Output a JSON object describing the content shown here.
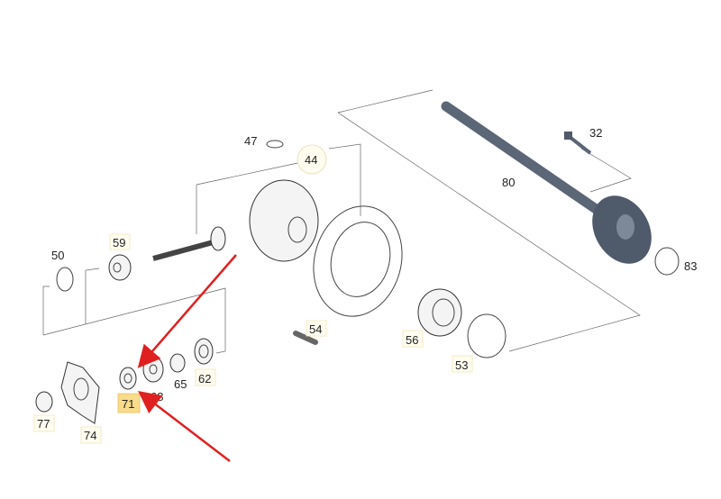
{
  "diagram": {
    "parts": [
      {
        "id": "47",
        "label": "47"
      },
      {
        "id": "44",
        "label": "44"
      },
      {
        "id": "32",
        "label": "32"
      },
      {
        "id": "80",
        "label": "80"
      },
      {
        "id": "50",
        "label": "50"
      },
      {
        "id": "59",
        "label": "59"
      },
      {
        "id": "54",
        "label": "54"
      },
      {
        "id": "56",
        "label": "56"
      },
      {
        "id": "53",
        "label": "53"
      },
      {
        "id": "83",
        "label": "83"
      },
      {
        "id": "62",
        "label": "62"
      },
      {
        "id": "65",
        "label": "65"
      },
      {
        "id": "68",
        "label": "68"
      },
      {
        "id": "71",
        "label": "71"
      },
      {
        "id": "74",
        "label": "74"
      },
      {
        "id": "77",
        "label": "77"
      }
    ],
    "highlighted_part": "71",
    "colors": {
      "highlight": "#f8dc8c",
      "arrow": "#e02020",
      "shaft": "#5b6677"
    }
  }
}
